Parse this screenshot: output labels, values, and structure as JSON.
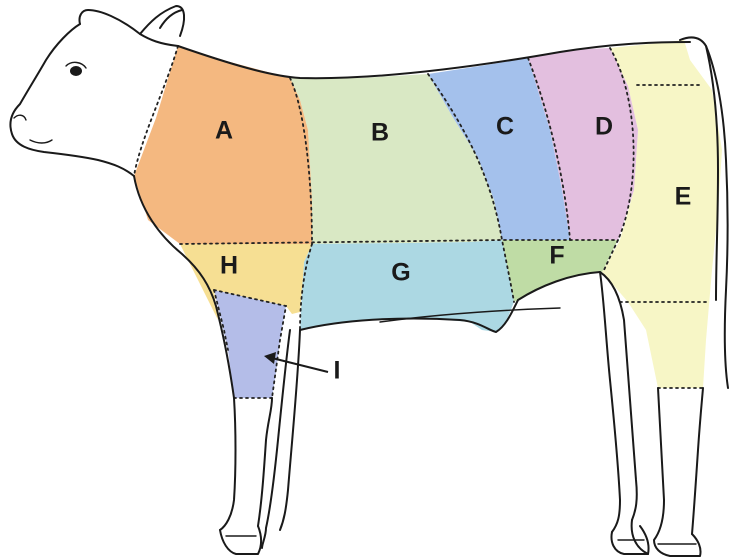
{
  "diagram": {
    "regions": [
      {
        "id": "A",
        "label": "A",
        "color": "#f4b880"
      },
      {
        "id": "B",
        "label": "B",
        "color": "#d9e8c4"
      },
      {
        "id": "C",
        "label": "C",
        "color": "#a4c1ec"
      },
      {
        "id": "D",
        "label": "D",
        "color": "#e3bfdf"
      },
      {
        "id": "E",
        "label": "E",
        "color": "#f7f6c6"
      },
      {
        "id": "F",
        "label": "F",
        "color": "#bfdca5"
      },
      {
        "id": "G",
        "label": "G",
        "color": "#acd8e3"
      },
      {
        "id": "H",
        "label": "H",
        "color": "#f6df93"
      },
      {
        "id": "I",
        "label": "I",
        "color": "#b4bde8"
      }
    ],
    "colors": {
      "outline": "#1a1a1a",
      "background": "#ffffff"
    }
  }
}
